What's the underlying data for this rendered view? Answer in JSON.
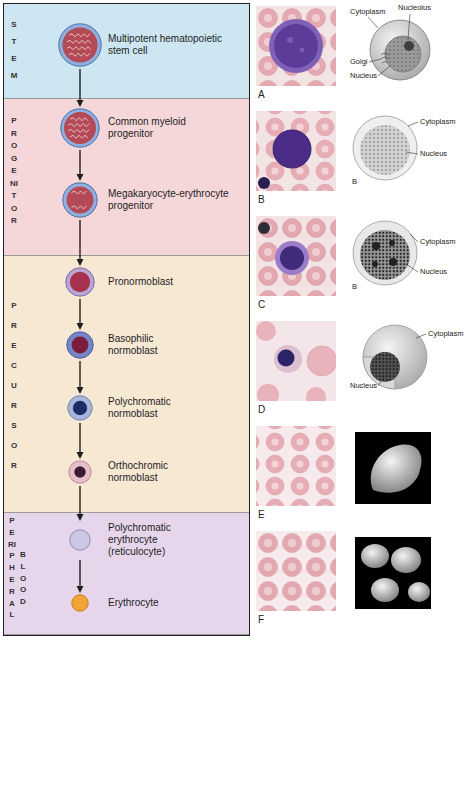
{
  "diagram": {
    "nodes": [
      {
        "text": [
          "STEM"
        ]
      },
      {
        "text": [
          "Multipotent hematopoietic stem cell"
        ],
        "in": 0
      },
      {
        "text": [
          "PROGENITOR"
        ]
      },
      {
        "text": [
          "Common myeloid progenitor"
        ],
        "in": 2
      },
      {
        "text": [
          "Megakaryocyte-erythrocyte progenitor"
        ],
        "in": 2
      },
      {
        "text": [
          "PRECURSOR"
        ]
      },
      {
        "text": [
          "Pronormoblast"
        ],
        "in": 5
      },
      {
        "text": [
          "Basophilic normoblast"
        ],
        "in": 5
      },
      {
        "text": [
          "Polychromatic normoblast"
        ],
        "in": 5
      },
      {
        "text": [
          "Orthochromic normoblast"
        ],
        "in": 5
      },
      {
        "text": [
          "PERIPHERAL",
          "BLOOD"
        ]
      },
      {
        "text": [
          "Polychromatic erythrocyte (reticulocyte)"
        ],
        "in": 10
      },
      {
        "text": [
          "Erythrocyte"
        ],
        "in": 10
      }
    ],
    "edges": [
      {
        "from": 1,
        "to": 3,
        "arrow": "to"
      },
      {
        "from": 3,
        "to": 4,
        "arrow": "to"
      },
      {
        "from": 4,
        "to": 6,
        "arrow": "to"
      },
      {
        "from": 6,
        "to": 7,
        "arrow": "to"
      },
      {
        "from": 7,
        "to": 8,
        "arrow": "to"
      },
      {
        "from": 8,
        "to": 9,
        "arrow": "to"
      },
      {
        "from": 9,
        "to": 11,
        "arrow": "to"
      },
      {
        "from": 11,
        "to": 12,
        "arrow": "to"
      }
    ],
    "labels": [
      "Nucleolus",
      "Cytoplasm",
      "Golgi",
      "Nucleus",
      "A",
      "Cytoplasm",
      "Nucleus",
      "B",
      "B",
      "Cytoplasm",
      "Nucleus",
      "B",
      "C",
      "Cytoplasm",
      "Nucleus",
      "D",
      "E",
      "F"
    ]
  }
}
